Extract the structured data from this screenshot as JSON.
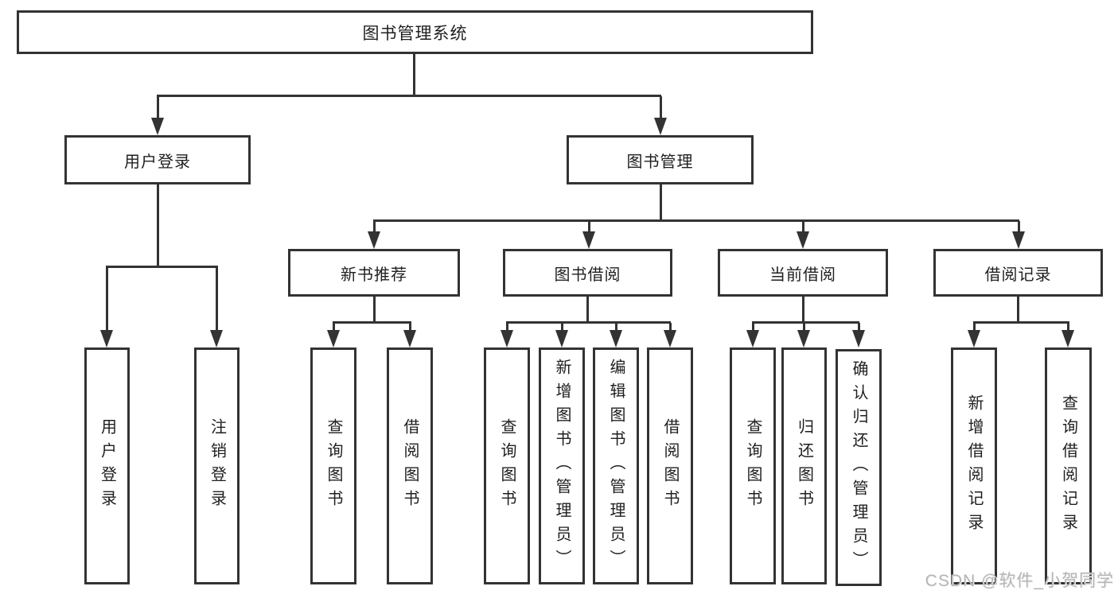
{
  "tree": {
    "root": "图书管理系统",
    "branches": [
      {
        "label": "用户登录",
        "children": [
          "用户登录",
          "注销登录"
        ]
      },
      {
        "label": "图书管理",
        "children": [
          {
            "label": "新书推荐",
            "children": [
              "查询图书",
              "借阅图书"
            ]
          },
          {
            "label": "图书借阅",
            "children": [
              "查询图书",
              "新增图书（管理员）",
              "编辑图书（管理员）",
              "借阅图书"
            ]
          },
          {
            "label": "当前借阅",
            "children": [
              "查询图书",
              "归还图书",
              "确认归还（管理员）"
            ]
          },
          {
            "label": "借阅记录",
            "children": [
              "新增借阅记录",
              "查询借阅记录"
            ]
          }
        ]
      }
    ]
  },
  "watermark": "CSDN @软件_小贺同学",
  "colors": {
    "line": "#333333",
    "text": "#1f1f1f",
    "background": "#ffffff",
    "watermark": "#b5b5b5"
  }
}
